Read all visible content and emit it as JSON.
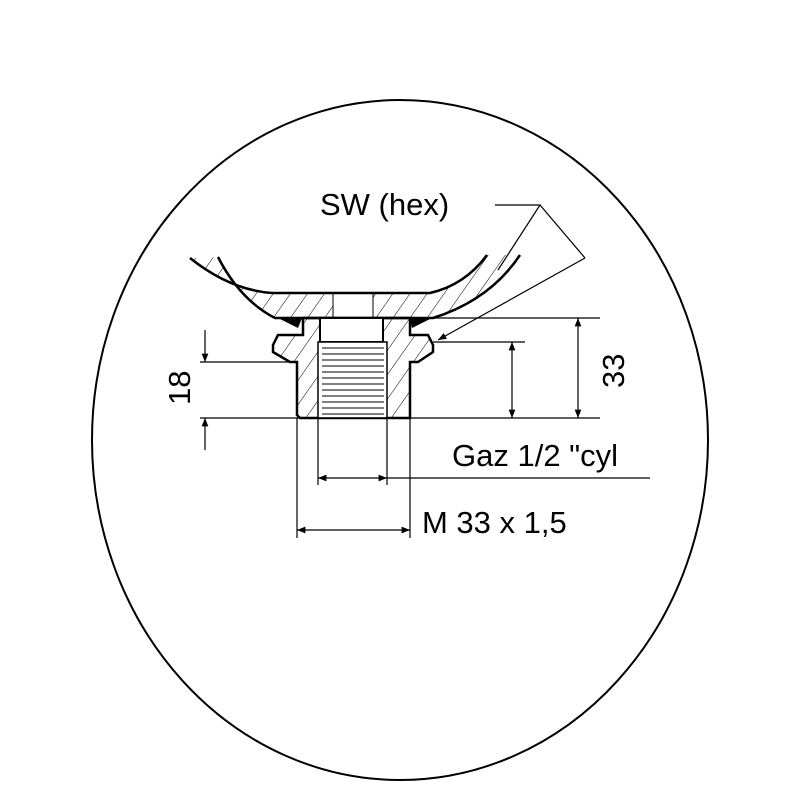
{
  "labels": {
    "sw": "SW (hex)",
    "dim_18": "18",
    "dim_33": "33",
    "gaz": "Gaz 1/2 \"cyl",
    "metric": "M 33 x 1,5"
  }
}
